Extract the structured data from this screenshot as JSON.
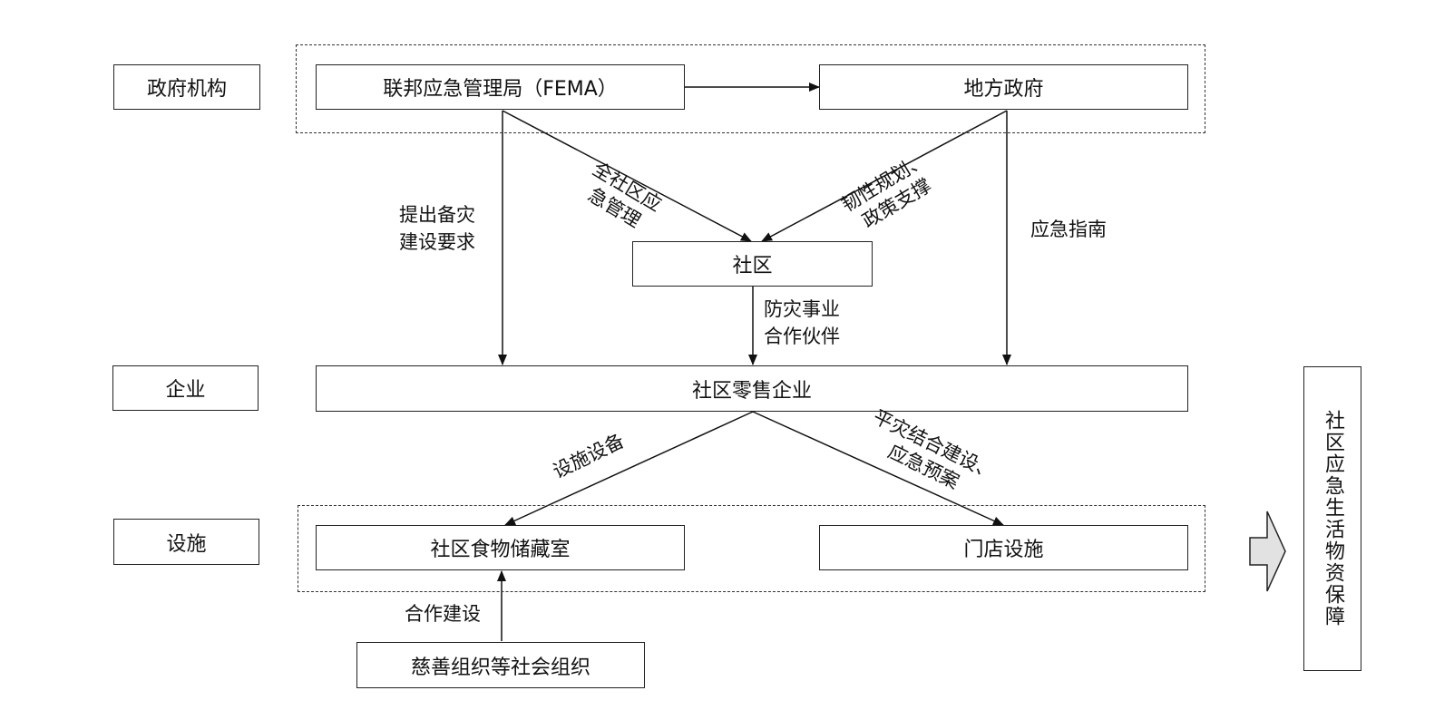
{
  "rows": {
    "government": "政府机构",
    "enterprise": "企业",
    "facilities": "设施"
  },
  "nodes": {
    "fema": "联邦应急管理局（FEMA）",
    "local_gov": "地方政府",
    "community": "社区",
    "retail": "社区零售企业",
    "pantry": "社区食物储藏室",
    "store": "门店设施",
    "charity": "慈善组织等社会组织"
  },
  "edge_labels": {
    "prepare": "提出备灾\n建设要求",
    "whole_community": "全社区应\n急管理",
    "resilience": "韧性规划、\n政策支撑",
    "guide": "应急指南",
    "partner": "防灾事业\n合作伙伴",
    "equipment": "设施设备",
    "dual_use": "平灾结合建设、\n应急预案",
    "co_build": "合作建设"
  },
  "result": "社区应急生活物资保障"
}
